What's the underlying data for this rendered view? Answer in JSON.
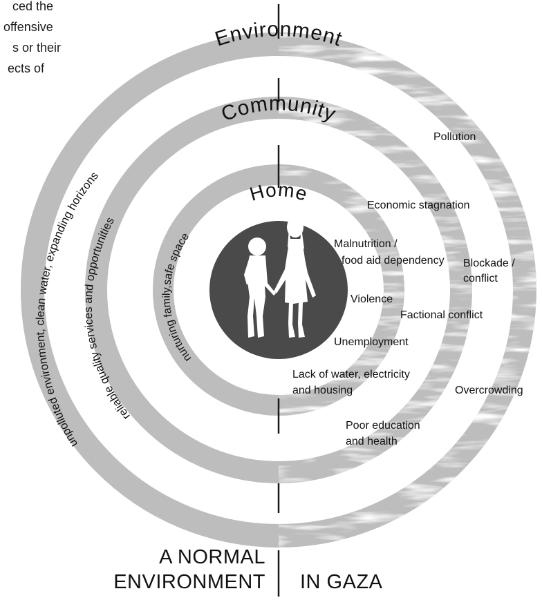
{
  "intro_text": [
    "ced the",
    "offensive",
    "s or their",
    "ects of"
  ],
  "rings": {
    "environment": "Environment",
    "community": "Community",
    "home": "Home"
  },
  "normal_side": {
    "environment": "unpolluted environment, clean water, expanding horizons",
    "community": "reliable quality services and opportunities",
    "home": "nurturing family,safe space"
  },
  "gaza_factors": {
    "pollution": "Pollution",
    "economic_stagnation": "Economic stagnation",
    "malnutrition": [
      "Malnutrition /",
      "food aid dependency"
    ],
    "blockade": [
      "Blockade /",
      "conflict"
    ],
    "violence": "Violence",
    "factional_conflict": "Factional conflict",
    "unemployment": "Unemployment",
    "lack_of_water": [
      "Lack of water, electricity",
      "and housing"
    ],
    "overcrowding": "Overcrowding",
    "poor_education": [
      "Poor education",
      "and health"
    ]
  },
  "bottom_labels": {
    "left": [
      "A NORMAL",
      "ENVIRONMENT"
    ],
    "right": "IN GAZA"
  },
  "colors": {
    "ring": "#bdbdbd",
    "center_disc": "#4a4a4a",
    "divider": "#1a1a1a",
    "text": "#111111"
  },
  "icons": {
    "center": "children-holding-hands-icon"
  }
}
